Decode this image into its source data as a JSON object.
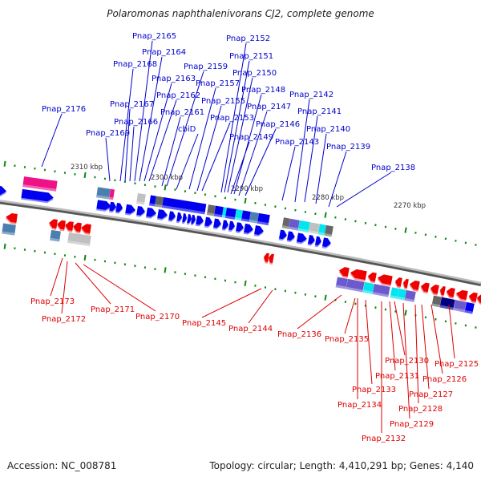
{
  "header": {
    "title": "Polaromonas naphthalenivorans CJ2, complete genome"
  },
  "footer": {
    "accession": "Accession: NC_008781",
    "summary": "Topology: circular; Length: 4,410,291 bp; Genes: 4,140"
  },
  "colors": {
    "forward_gene": "#0000ee",
    "reverse_gene": "#ee0000",
    "forward_label": "#0000cc",
    "reverse_label": "#dd0000",
    "backbone": "#888888",
    "tick": "#118811",
    "cog_slate": "#4a7fb0",
    "cog_pink": "#ee1188",
    "cog_gray": "#c0c0c0",
    "cog_dark_gray": "#666666",
    "cog_purple": "#6a5acd",
    "cog_cyan": "#00e5ee",
    "cog_navy": "#000080",
    "cog_blue": "#0000ee"
  },
  "scale_labels": [
    "2310 kbp",
    "2300 kbp",
    "2290 kbp",
    "2280 kbp",
    "2270 kbp"
  ],
  "forward_labels": [
    {
      "text": "Pnap_2176"
    },
    {
      "text": "Pnap_2169"
    },
    {
      "text": "Pnap_2168"
    },
    {
      "text": "Pnap_2167"
    },
    {
      "text": "Pnap_2166"
    },
    {
      "text": "Pnap_2165"
    },
    {
      "text": "Pnap_2164"
    },
    {
      "text": "Pnap_2163"
    },
    {
      "text": "Pnap_2162"
    },
    {
      "text": "Pnap_2161"
    },
    {
      "text": "cbiD"
    },
    {
      "text": "Pnap_2159"
    },
    {
      "text": "Pnap_2157"
    },
    {
      "text": "Pnap_2155"
    },
    {
      "text": "Pnap_2153"
    },
    {
      "text": "Pnap_2152"
    },
    {
      "text": "Pnap_2151"
    },
    {
      "text": "Pnap_2150"
    },
    {
      "text": "Pnap_2149"
    },
    {
      "text": "Pnap_2148"
    },
    {
      "text": "Pnap_2147"
    },
    {
      "text": "Pnap_2146"
    },
    {
      "text": "Pnap_2143"
    },
    {
      "text": "Pnap_2142"
    },
    {
      "text": "Pnap_2141"
    },
    {
      "text": "Pnap_2140"
    },
    {
      "text": "Pnap_2139"
    },
    {
      "text": "Pnap_2138"
    }
  ],
  "reverse_labels": [
    {
      "text": "Pnap_2173"
    },
    {
      "text": "Pnap_2172"
    },
    {
      "text": "Pnap_2171"
    },
    {
      "text": "Pnap_2170"
    },
    {
      "text": "Pnap_2145"
    },
    {
      "text": "Pnap_2144"
    },
    {
      "text": "Pnap_2136"
    },
    {
      "text": "Pnap_2135"
    },
    {
      "text": "Pnap_2134"
    },
    {
      "text": "Pnap_2133"
    },
    {
      "text": "Pnap_2132"
    },
    {
      "text": "Pnap_2131"
    },
    {
      "text": "Pnap_2130"
    },
    {
      "text": "Pnap_2129"
    },
    {
      "text": "Pnap_2128"
    },
    {
      "text": "Pnap_2127"
    },
    {
      "text": "Pnap_2126"
    },
    {
      "text": "Pnap_2125"
    }
  ]
}
